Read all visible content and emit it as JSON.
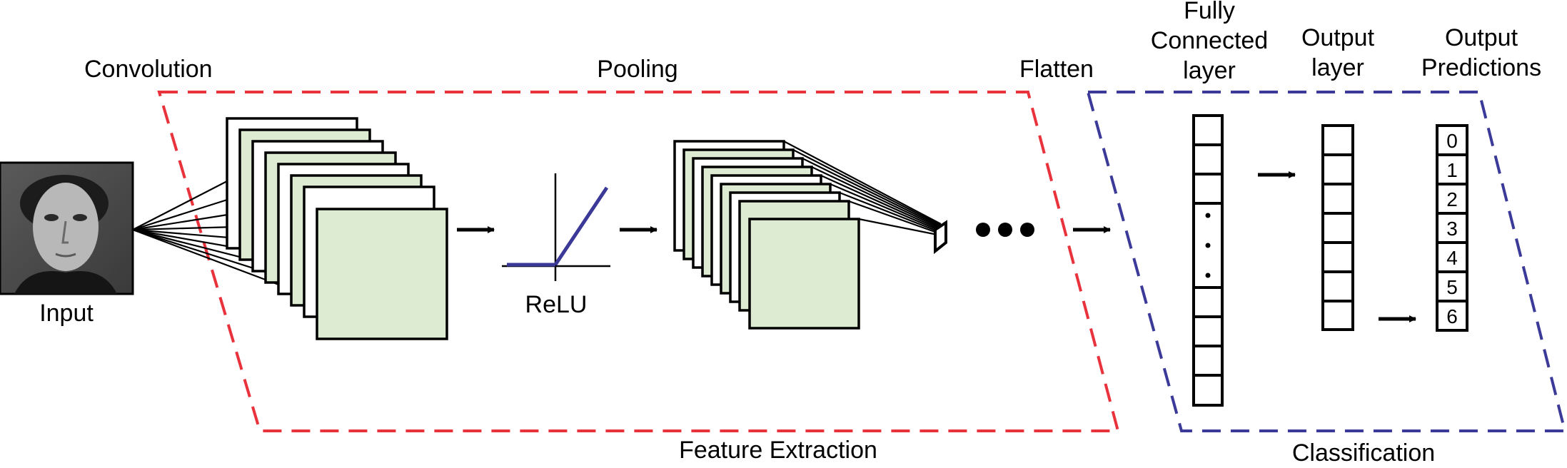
{
  "labels": {
    "input": "Input",
    "convolution": "Convolution",
    "pooling": "Pooling",
    "relu": "ReLU",
    "flatten": "Flatten",
    "fully_connected": "Fully\nConnected\nlayer",
    "output_layer": "Output\nlayer",
    "output_predictions": "Output\nPredictions",
    "feature_extraction": "Feature Extraction",
    "classification": "Classification"
  },
  "output_classes": [
    "0",
    "1",
    "2",
    "3",
    "4",
    "5",
    "6"
  ],
  "colors": {
    "feature_extraction_border": "#e8323c",
    "classification_border": "#3b3a98",
    "feature_map_fill": "#dcebd2",
    "relu_line": "#3b3a98",
    "stroke": "#000000"
  }
}
